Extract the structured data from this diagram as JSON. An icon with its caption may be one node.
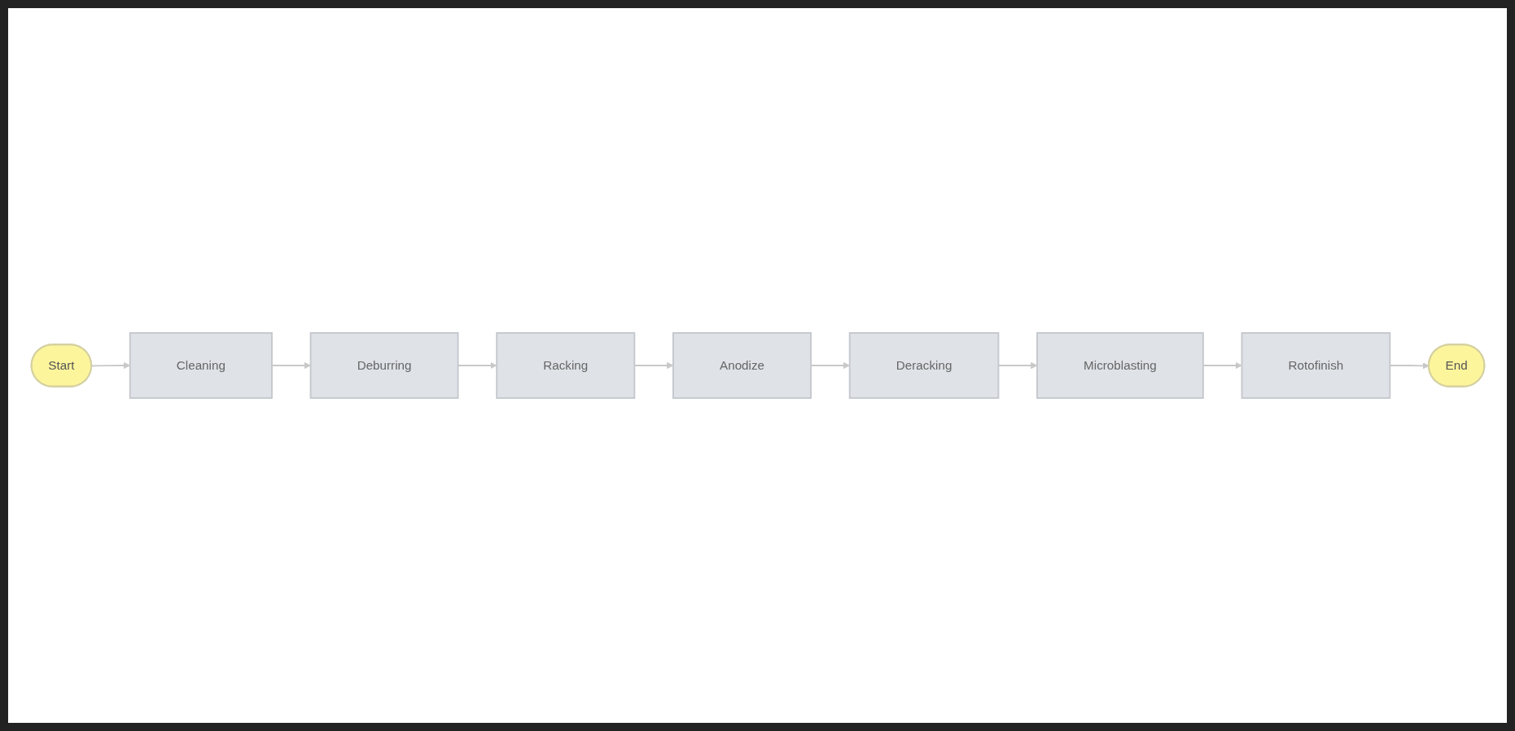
{
  "diagram": {
    "nodes": [
      {
        "text": [
          "Start"
        ]
      },
      {
        "text": [
          "Cleaning"
        ]
      },
      {
        "text": [
          "Deburring"
        ]
      },
      {
        "text": [
          "Racking"
        ]
      },
      {
        "text": [
          "Anodize"
        ]
      },
      {
        "text": [
          "Deracking"
        ]
      },
      {
        "text": [
          "Microblasting"
        ]
      },
      {
        "text": [
          "Rotofinish"
        ]
      },
      {
        "text": [
          "End"
        ]
      }
    ],
    "edges": [
      {
        "from": 0,
        "to": 1,
        "arrow": "to"
      },
      {
        "from": 1,
        "to": 2,
        "arrow": "to"
      },
      {
        "from": 2,
        "to": 3,
        "arrow": "to"
      },
      {
        "from": 3,
        "to": 4,
        "arrow": "to"
      },
      {
        "from": 4,
        "to": 5,
        "arrow": "to"
      },
      {
        "from": 5,
        "to": 6,
        "arrow": "to"
      },
      {
        "from": 6,
        "to": 7,
        "arrow": "to"
      },
      {
        "from": 7,
        "to": 8,
        "arrow": "to"
      }
    ]
  }
}
